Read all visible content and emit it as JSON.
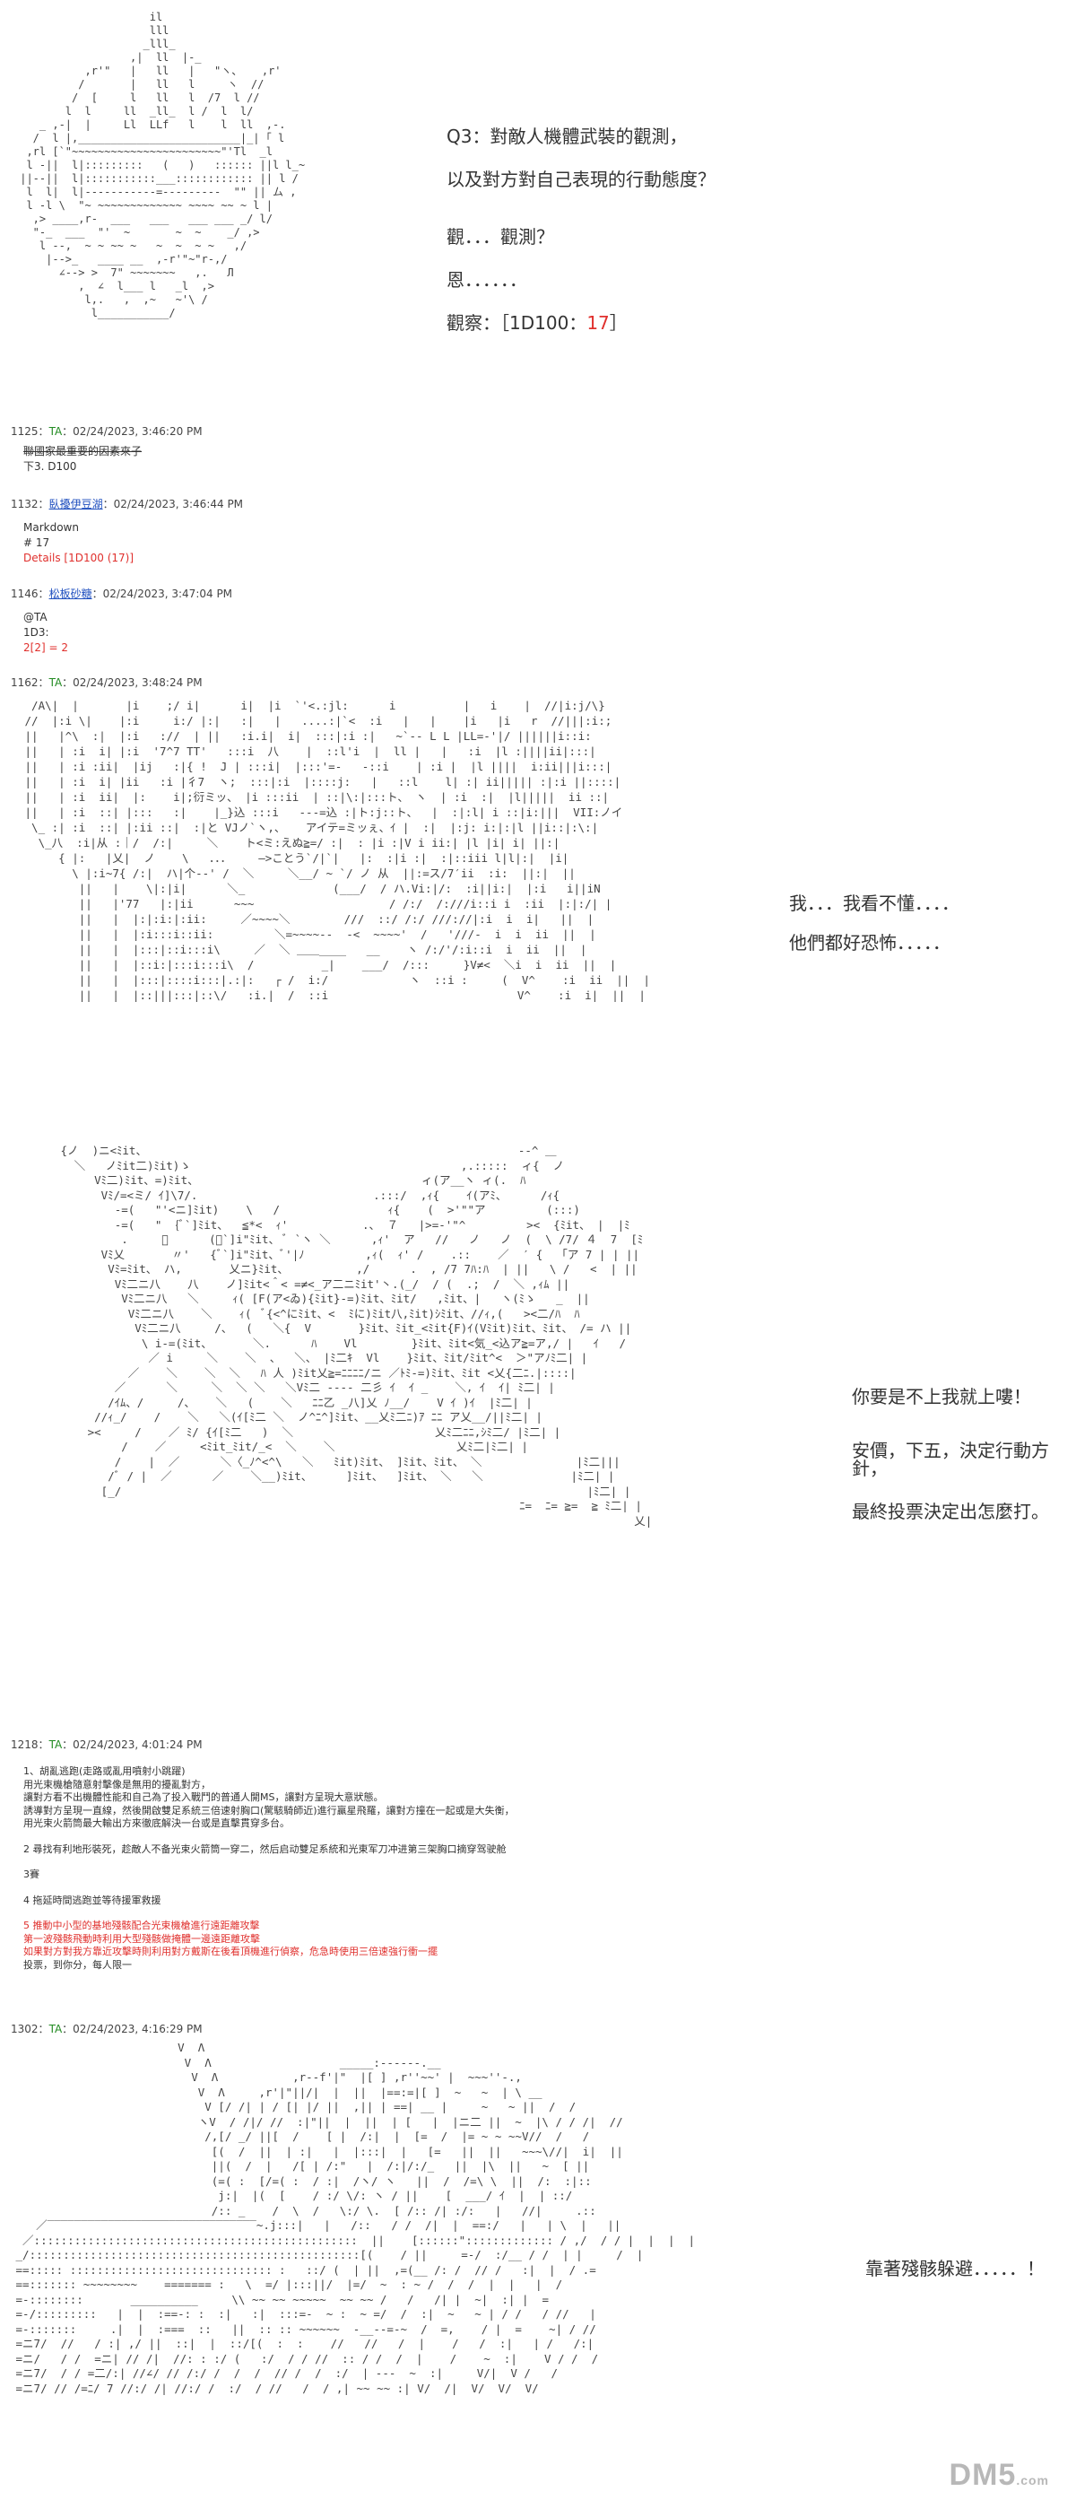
{
  "panel1": {
    "narration": [
      "Q3：對敵人機體武裝的觀測，",
      "以及對方對自己表現的行動態度？",
      "觀．．．觀測？",
      "恩．．．．．．"
    ],
    "roll_prefix": "觀察：［1D100：",
    "roll_value": "17",
    "roll_suffix": "］"
  },
  "posts": [
    {
      "num": "1125",
      "sep": "：",
      "name": "TA",
      "date": "：02/24/2023, 3:46:20 PM"
    },
    {
      "num": "1132",
      "sep": "：",
      "name": "臥擾伊豆湖",
      "date": "：02/24/2023, 3:46:44 PM"
    },
    {
      "num": "1146",
      "sep": "：",
      "name": "松板砂糖",
      "date": "：02/24/2023, 3:47:04 PM"
    },
    {
      "num": "1162",
      "sep": "：",
      "name": "TA",
      "date": "：02/24/2023, 3:48:24 PM"
    },
    {
      "num": "1218",
      "sep": "：",
      "name": "TA",
      "date": "：02/24/2023, 4:01:24 PM"
    },
    {
      "num": "1302",
      "sep": "：",
      "name": "TA",
      "date": "：02/24/2023, 4:16:29 PM"
    }
  ],
  "post1125": {
    "line1": "聯國家最重要的因素來子",
    "line2": "下3. D100"
  },
  "post1132": {
    "line1": "Markdown",
    "line2": "# 17",
    "line3": "Details [1D100 (17)]"
  },
  "post1146": {
    "line1": "@TA",
    "line2": "1D3:",
    "line3": "2[2] = 2"
  },
  "panel2": {
    "narration": [
      "我．．．我看不懂．．．．",
      "他們都好恐怖．．．．．"
    ]
  },
  "panel3": {
    "narration": [
      "你要是不上我就上嘍！",
      "安價，下五，決定行動方針，",
      "最終投票決定出怎麼打。"
    ]
  },
  "plan": {
    "opt1": [
      "1、胡亂逃跑(走路或亂用噴射小跳躍)",
      "用光束機槍隨意射擊像是無用的擾亂對方，",
      "讓對方看不出機體性能和自己為了投入戰鬥的普通人開MS，讓對方呈現大意狀態。",
      "誘導對方呈現一直線，然後開啟雙足系統三倍速射胸口(驚駭騎師近)進行贏星飛羅，讓對方撞在一起或是大失衡，",
      "用光束火箭筒最大輸出方來徹底解決一台或是直擊貫穿多台。"
    ],
    "opt2": "2 尋找有利地形裝死，趁敵人不备光束火箭筒一穿二，然后启动雙足系統和光東军刀冲进第三架胸口摘穿驾驶舱",
    "opt3": "3賽",
    "opt4": "4 拖延時間逃跑並等待援軍救援",
    "opt5": [
      "5 推動中小型的基地殘骸配合光束機槍進行遠距離攻擊",
      "第一波殘骸飛動時利用大型殘骸做掩體一邊遠距離攻擊",
      "如果對方對我方靠近攻擊時則利用對方戴斯在後看頂機進行偵察，危急時使用三倍速強行衝一擺"
    ],
    "extra": "投票，到你分，每人限一"
  },
  "panel4": {
    "narration": [
      "靠著殘骸躲避．．．．．！"
    ]
  },
  "watermark": {
    "brand": "DM5",
    "suffix": ".com"
  }
}
